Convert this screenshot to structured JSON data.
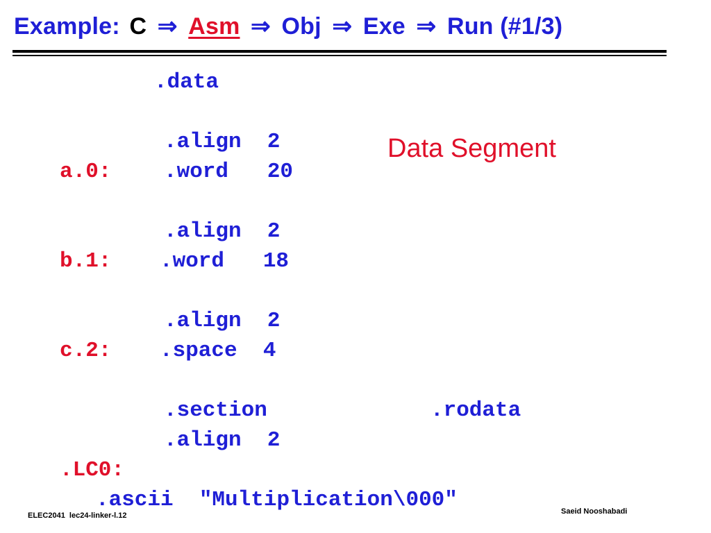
{
  "title": {
    "example": "Example:",
    "c": "C",
    "arrow": "⇒",
    "asm": "Asm",
    "obj": "Obj",
    "exe": "Exe",
    "run": "Run (#1/3)"
  },
  "note": "Data Segment",
  "code": {
    "data_directive": ".data",
    "align1": ".align  2",
    "label_a": "a.0:",
    "word_a": ".word   20",
    "align2": ".align  2",
    "label_b": "b.1:",
    "word_b": ".word   18",
    "align3": ".align  2",
    "label_c": "c.2:",
    "space_c": ".space  4",
    "section_directive": ".section",
    "section_name": ".rodata",
    "align4": ".align  2",
    "label_lc0": ".LC0:",
    "ascii_line": ".ascii  \"Multiplication\\000\""
  },
  "footer": {
    "left": "ELEC2041  lec24-linker-l.12",
    "right": "Saeid Nooshabadi"
  },
  "colors": {
    "blue": "#1f1fd6",
    "red": "#e0102a",
    "black": "#000000"
  }
}
